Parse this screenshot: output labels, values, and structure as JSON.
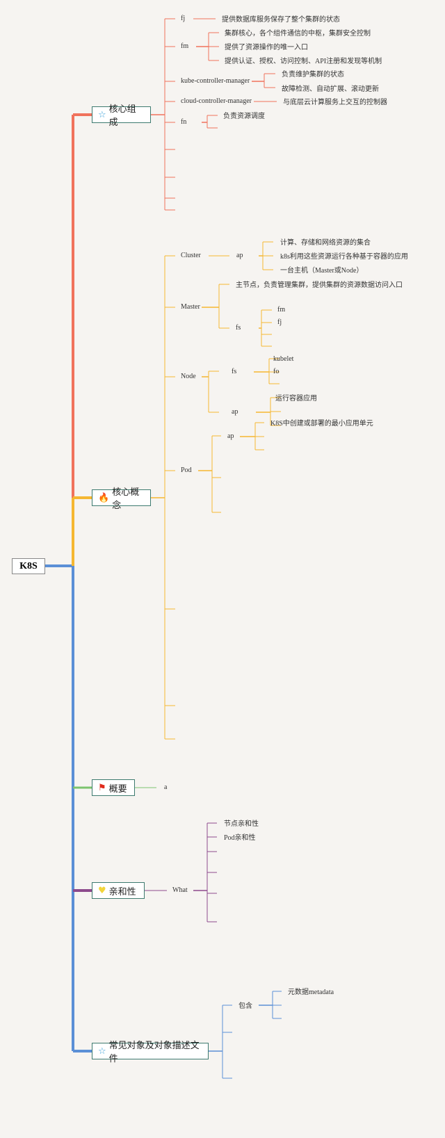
{
  "root": "K8S",
  "colors": {
    "core": "#f0725c",
    "concept": "#f5b731",
    "overview": "#7cc46e",
    "affinity": "#8d4a8d",
    "objects": "#5b8fd6",
    "box_border": "#3d7a6f"
  },
  "branches": {
    "core": {
      "label": "核心组成",
      "icon": "star-icon",
      "fj": "fj",
      "fj_desc": "提供数据库服务保存了整个集群的状态",
      "fm": "fm",
      "fm_items": [
        "集群核心，各个组件通信的中枢，集群安全控制",
        "提供了资源操作的唯一入口",
        "提供认证、授权、访问控制、API注册和发现等机制"
      ],
      "kcm": "kube-controller-manager",
      "kcm_items": [
        "负责维护集群的状态",
        "故障检测、自动扩展、滚动更新"
      ],
      "ccm": "cloud-controller-manager",
      "ccm_desc": "与底层云计算服务上交互的控制器",
      "fn": "fn",
      "fn_desc": "负责资源调度"
    },
    "concept": {
      "label": "核心概念",
      "icon": "fire-icon",
      "cluster": "Cluster",
      "cluster_ap": "ap",
      "cluster_items": [
        "计算、存储和网络资源的集合",
        "k8s利用这些资源运行各种基于容器的应用",
        "一台主机（Master或Node）"
      ],
      "master": "Master",
      "master_desc": "主节点，负责管理集群，提供集群的资源数据访问入口",
      "master_fs": "fs",
      "master_fs_items": [
        "fm",
        "fj"
      ],
      "node": "Node",
      "node_fs": "fs",
      "node_fs_items": [
        "kubelet",
        "fo"
      ],
      "node_ap": "ap",
      "node_ap_desc": "运行容器应用",
      "pod": "Pod",
      "pod_ap": "ap",
      "pod_ap_desc": "K8S中创建或部署的最小应用单元"
    },
    "overview": {
      "label": "概要",
      "icon": "flag-icon",
      "child": "a"
    },
    "affinity": {
      "label": "亲和性",
      "icon": "heart-icon",
      "what": "What",
      "items": [
        "节点亲和性",
        "Pod亲和性"
      ]
    },
    "objects": {
      "label": "常见对象及对象描述文件",
      "icon": "star-icon",
      "contains": "包含",
      "contains_desc": "元数据metadata"
    }
  }
}
